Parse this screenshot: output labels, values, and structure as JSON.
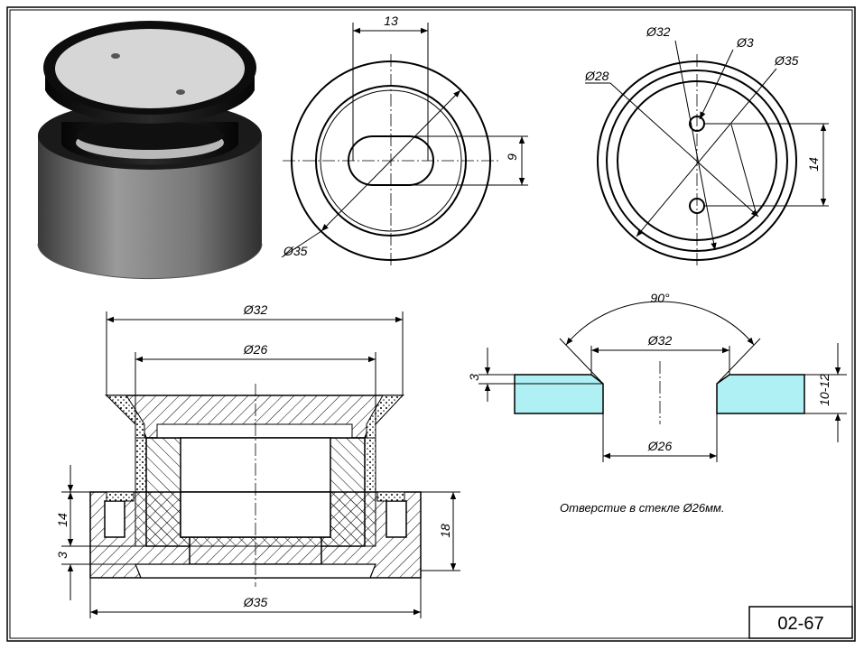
{
  "drawing": {
    "sheet_code": "02-67",
    "note": "Отверстие в стекле  Ø26мм.",
    "top_view": {
      "slot_width": "13",
      "slot_height": "9",
      "outer_diameter": "Ø35"
    },
    "bottom_view": {
      "diam_32": "Ø32",
      "diam_3": "Ø3",
      "diam_35": "Ø35",
      "diam_28": "Ø28",
      "hole_spacing": "14"
    },
    "section": {
      "top_diameter": "Ø32",
      "inner_diameter": "Ø26",
      "base_diameter": "Ø35",
      "height_14": "14",
      "height_3": "3",
      "height_18": "18"
    },
    "glass": {
      "angle": "90°",
      "countersink_diameter": "Ø32",
      "hole_diameter": "Ø26",
      "countersink_depth": "3",
      "thickness": "10-12",
      "glass_color": "#aef0f3"
    }
  }
}
